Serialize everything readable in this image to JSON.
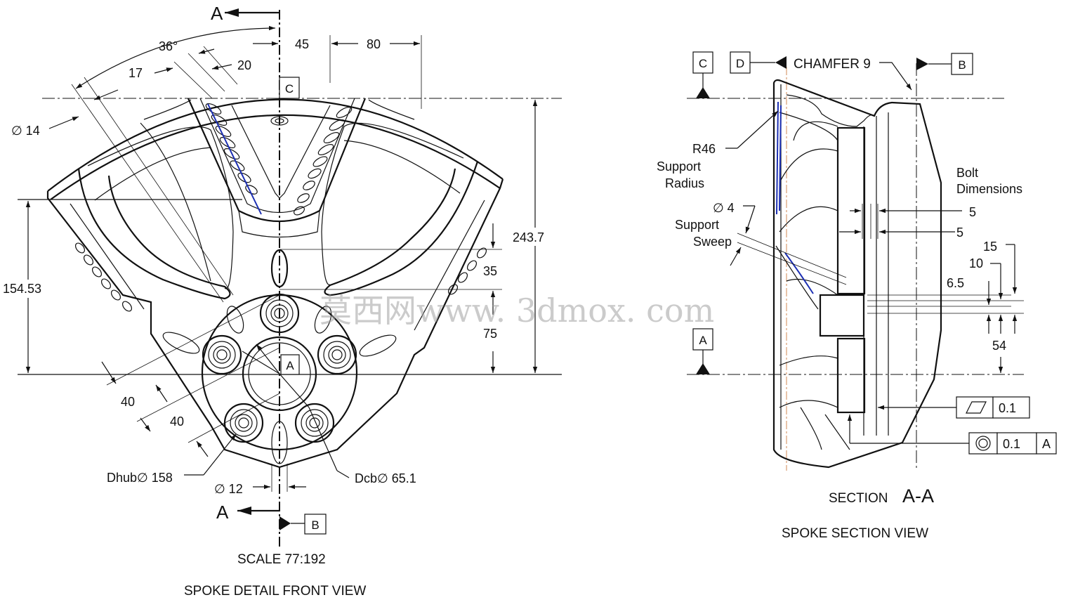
{
  "front_view": {
    "section_label_top": "A",
    "section_label_bottom": "A",
    "angle": "36°",
    "dim_45": "45",
    "dim_80": "80",
    "dim_17": "17",
    "dim_20": "20",
    "dim_dia14": "∅ 14",
    "datum_c": "C",
    "dim_243_7": "243.7",
    "dim_154_53": "154.53",
    "dim_35": "35",
    "dim_75": "75",
    "datum_a": "A",
    "dim_40a": "40",
    "dim_40b": "40",
    "dim_dhub": "Dhub∅ 158",
    "dim_dcb": "Dcb∅ 65.1",
    "dim_dia12": "∅ 12",
    "datum_b": "B",
    "scale": "SCALE  77:192",
    "caption": "SPOKE DETAIL FRONT VIEW"
  },
  "section_view": {
    "datum_c": "C",
    "datum_d": "D",
    "chamfer": "CHAMFER 9",
    "datum_b": "B",
    "r46_line1": "R46",
    "r46_line2": "Support",
    "r46_line3": "Radius",
    "bolt_line1": "Bolt",
    "bolt_line2": "Dimensions",
    "dia4_line1": "∅ 4",
    "dia4_line2": "Support",
    "dia4_line3": "Sweep",
    "dim_5a": "5",
    "dim_5b": "5",
    "dim_15": "15",
    "dim_10": "10",
    "dim_6_5": "6.5",
    "dim_54": "54",
    "datum_a": "A",
    "flatness_value": "0.1",
    "concentricity_value": "0.1",
    "concentricity_datum": "A",
    "section_word": "SECTION",
    "section_id": "A-A",
    "caption": "SPOKE SECTION VIEW"
  },
  "watermark": "莫西网www. 3dmox. com"
}
